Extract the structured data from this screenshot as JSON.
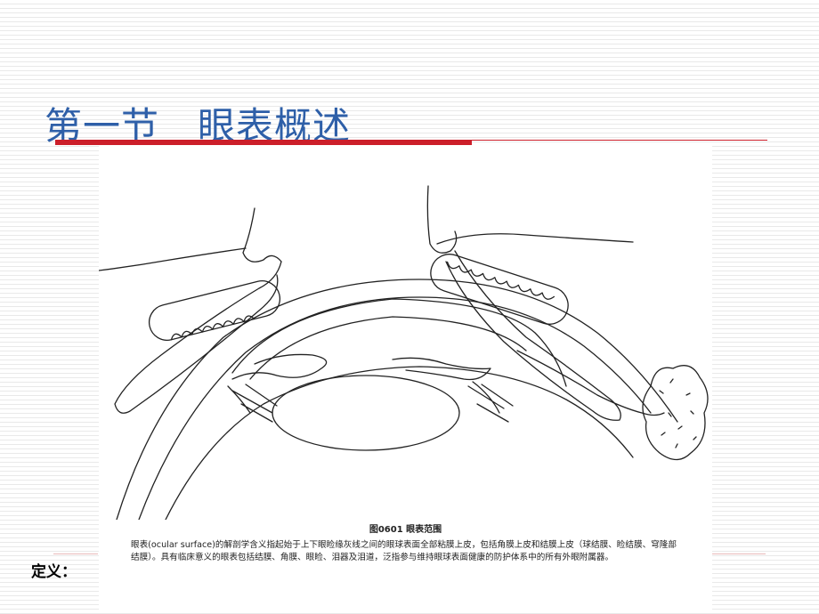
{
  "slide": {
    "title": "第一节   眼表概述",
    "definition_label": "定义："
  },
  "figure": {
    "caption": "图0601    眼表范围",
    "description": "眼表(ocular surface)的解剖学含义指起始于上下眼睑缘灰线之间的眼球表面全部粘膜上皮，包括角膜上皮和结膜上皮（球结膜、睑结膜、穹隆部结膜）。具有临床意义的眼表包括结膜、角膜、眼睑、泪器及泪道，泛指参与维持眼球表面健康的防护体系中的所有外眼附属器。"
  },
  "colors": {
    "title": "#2e5fa8",
    "accent_bar": "#cc1f2a"
  }
}
